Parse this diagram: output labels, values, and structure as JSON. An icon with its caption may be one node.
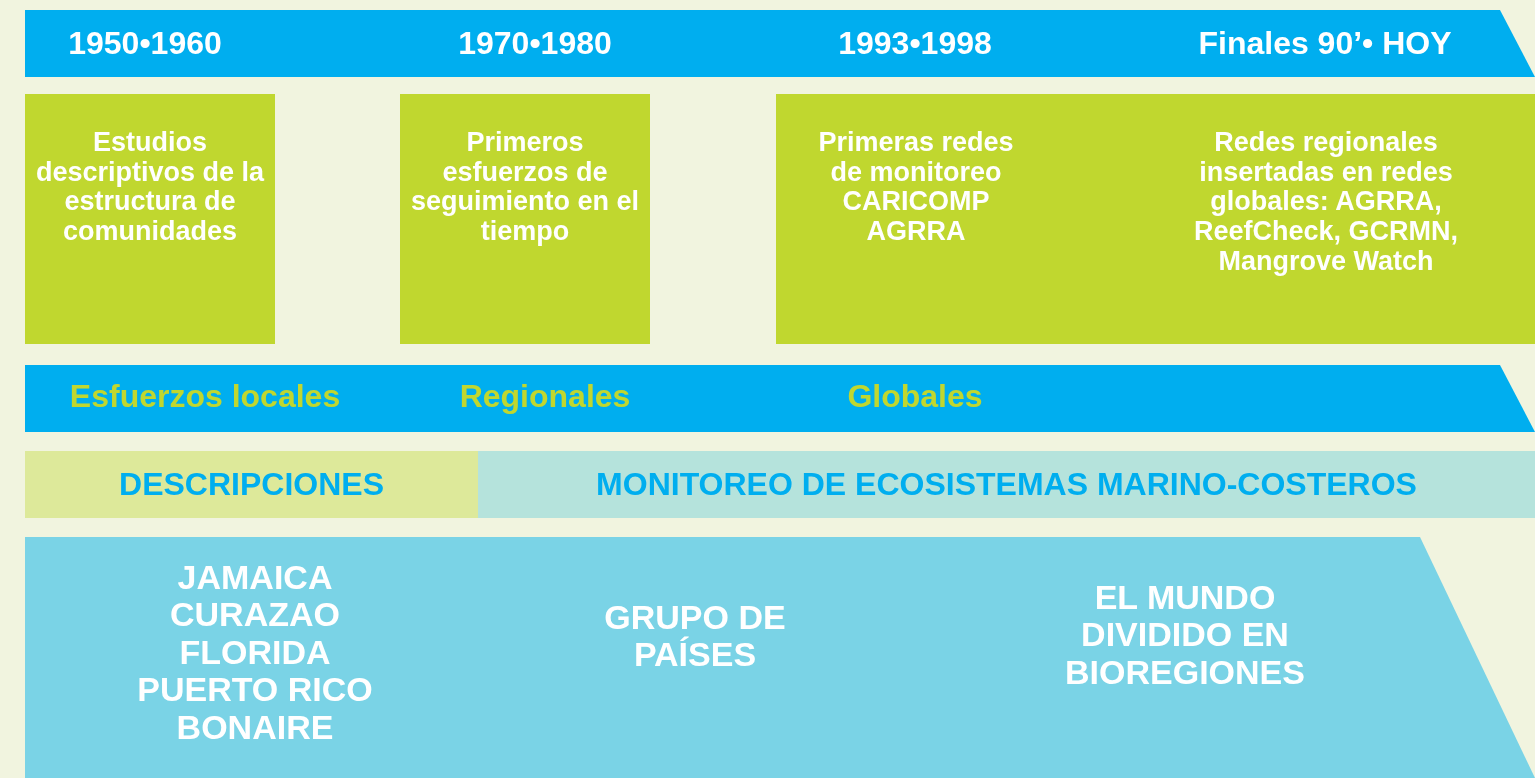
{
  "diagram": {
    "nodes": [
      {
        "text": [
          "1950•1960",
          "1970•1980",
          "1993•1998",
          "Finales 90’• HOY"
        ]
      },
      {
        "text": [
          "Estudios descriptivos de la estructura de comunidades"
        ]
      },
      {
        "text": [
          "Primeros esfuerzos de seguimiento en el tiempo"
        ]
      },
      {
        "text": [
          "Primeras redes de monitoreo CARICOMP AGRRA",
          "Redes regionales insertadas en redes globales: AGRRA, ReefCheck, GCRMN, Mangrove Watch"
        ]
      },
      {
        "text": [
          "Esfuerzos locales",
          "Regionales",
          "Globales"
        ]
      },
      {
        "text": [
          "DESCRIPCIONES"
        ]
      },
      {
        "text": [
          "MONITOREO DE ECOSISTEMAS MARINO-COSTEROS"
        ]
      },
      {
        "text": [
          "JAMAICA CURAZAO FLORIDA PUERTO RICO BONAIRE",
          "GRUPO DE PAÍSES",
          "EL MUNDO DIVIDIDO EN BIOREGIONES"
        ]
      }
    ]
  }
}
